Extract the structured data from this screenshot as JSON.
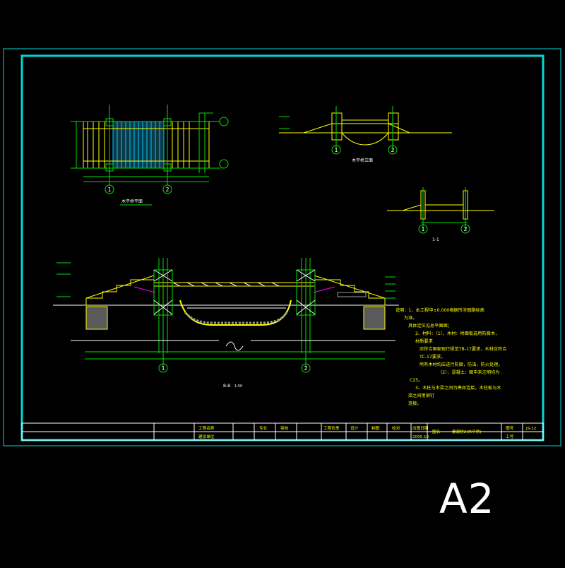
{
  "sheet_size_label": "A2",
  "colors": {
    "frame": "#00d8d8",
    "dimension": "#00e000",
    "outline": "#ffff00",
    "text": "#ffffff",
    "hatch": "#00c8ff",
    "accent": "#ff00ff",
    "grey": "#9a9a9a"
  },
  "views": {
    "plan_title": "木平桥平面",
    "elevation_title": "木平桥立面",
    "section_small_title": "1-1",
    "section_b_title": "B-B",
    "scale": "1:50"
  },
  "axis_labels": [
    "1",
    "2"
  ],
  "notes": {
    "line1": "说明：1、本工程中±0.000根据所涉园路标高",
    "line2": "为准。",
    "line3": "具体定位见总平面图；",
    "line4": "2、材料：（1）、木材：桥面板选用防腐木，",
    "line5": "材质要求",
    "line6": "应符合国家现行规范TB-17要求，木材应符合",
    "line7": "TC-17要求。",
    "line8": "所有木材均应进行防腐，防虫，防火处理。",
    "line9": "（2）、混凝土：图中未注明均为",
    "line10": "C25。",
    "line11": "3、木柱与木梁之间为榫卯连接，木柱板与木",
    "line12": "梁之间用铆钉",
    "line13": "连接。"
  },
  "title_block": {
    "project_name_label": "工程名称",
    "client_label": "建设单位",
    "professional_label": "专业",
    "review_label": "审核",
    "project_lead_label": "工程负责",
    "design_label": "设计",
    "drawing_label": "制图",
    "check_label": "校对",
    "date_label": "出图日期",
    "date_value": "2005.10",
    "drawing_name_label": "图名",
    "drawing_name_value": "景观桥2(木平桥)",
    "drawing_no_label": "图号",
    "drawing_no_value": "JS-12",
    "job_no_label": "工号"
  }
}
